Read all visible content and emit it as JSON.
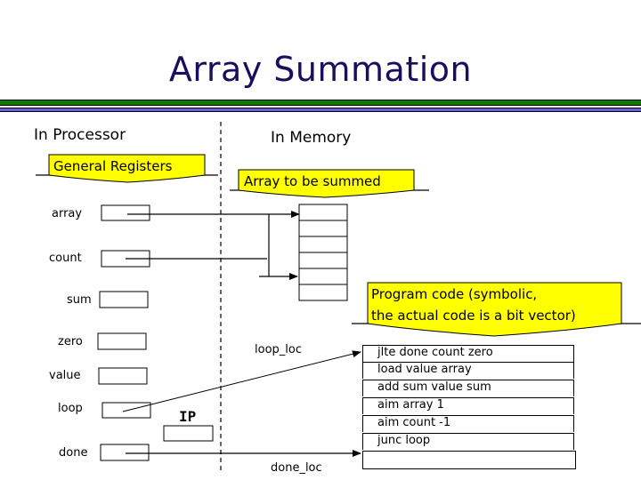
{
  "title": "Array Summation",
  "colors": {
    "title": "#1a0f5c",
    "rule_green": "#0b7a0b",
    "rule_blue": "#6a5fd8",
    "callout_fill": "#ffff00"
  },
  "processor": {
    "heading": "In Processor",
    "callout": "General Registers",
    "registers": [
      {
        "name": "array"
      },
      {
        "name": "count"
      },
      {
        "name": "sum"
      },
      {
        "name": "zero"
      },
      {
        "name": "value"
      },
      {
        "name": "loop"
      },
      {
        "name": "done"
      }
    ],
    "ip_label": "IP"
  },
  "memory": {
    "heading": "In Memory",
    "array_callout": "Array to be summed",
    "array_cells": 6,
    "code_callout_line1": "Program code (symbolic,",
    "code_callout_line2": "the actual code is a bit vector)",
    "loop_label": "loop_loc",
    "done_label": "done_loc",
    "code_rows": [
      "jlte done count zero",
      "load value array",
      "add sum value sum",
      "aim array 1",
      "aim count -1",
      "junc loop",
      ""
    ]
  }
}
